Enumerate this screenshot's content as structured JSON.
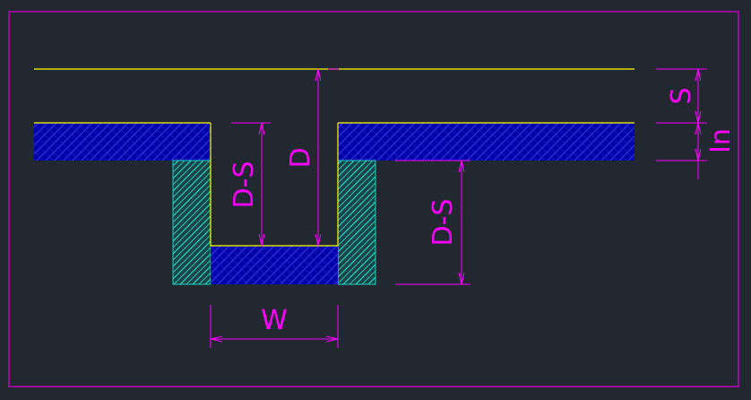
{
  "colors": {
    "background": "#212830",
    "frame": "#c000c0",
    "surface_line": "#ffff00",
    "dimension": "#ff00ff",
    "blue_fill": "#0000aa",
    "blue_hatch": "#2d3ad8",
    "cyan_fill": "#1f5a5a",
    "cyan_hatch": "#20d0c0"
  },
  "labels": {
    "d_minus_s_left": "D-S",
    "d": "D",
    "d_minus_s_right": "D-S",
    "w": "W",
    "s": "S",
    "in": "In"
  }
}
